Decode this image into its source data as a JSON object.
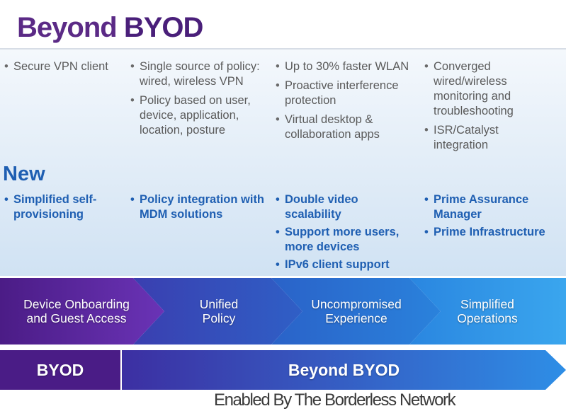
{
  "slide": {
    "title_part1": "Beyond",
    "title_part2": "BYOD",
    "new_heading": "New",
    "columns": [
      {
        "bullets": [
          "Secure VPN client"
        ],
        "new_bullets": [
          "Simplified self-provisioning"
        ]
      },
      {
        "bullets": [
          "Single source of policy: wired, wireless VPN",
          "Policy based on user, device, application, location, posture"
        ],
        "new_bullets": [
          "Policy integration with MDM solutions"
        ]
      },
      {
        "bullets": [
          "Up to 30% faster WLAN",
          "Proactive interference protection",
          "Virtual desktop & collaboration apps"
        ],
        "new_bullets": [
          "Double video scalability",
          "Support more users, more devices",
          "IPv6 client support"
        ]
      },
      {
        "bullets": [
          "Converged wired/wireless monitoring and troubleshooting",
          "ISR/Catalyst integration"
        ],
        "new_bullets": [
          "Prime Assurance Manager",
          "Prime Infrastructure"
        ]
      }
    ],
    "chevrons": [
      {
        "label": "Device Onboarding\nand Guest Access",
        "color_start": "#4b1c86",
        "color_end": "#6a33b6"
      },
      {
        "label": "Unified\nPolicy",
        "color_start": "#3a3fb0",
        "color_end": "#2f5fc6"
      },
      {
        "label": "Uncompromised\nExperience",
        "color_start": "#2a62c8",
        "color_end": "#2a82dc"
      },
      {
        "label": "Simplified\nOperations",
        "color_start": "#2a86e0",
        "color_end": "#3aa6ee"
      }
    ],
    "bar": {
      "left_label": "BYOD",
      "right_label": "Beyond BYOD",
      "left_color": "#4a1c86",
      "right_color_start": "#3c2fa2",
      "right_color_end": "#2e8ee6"
    },
    "tagline": "Enabled By The Borderless Network",
    "colors": {
      "title": "#5b2a86",
      "new_text": "#1f5fb2",
      "body_text": "#5a5a5a"
    }
  }
}
